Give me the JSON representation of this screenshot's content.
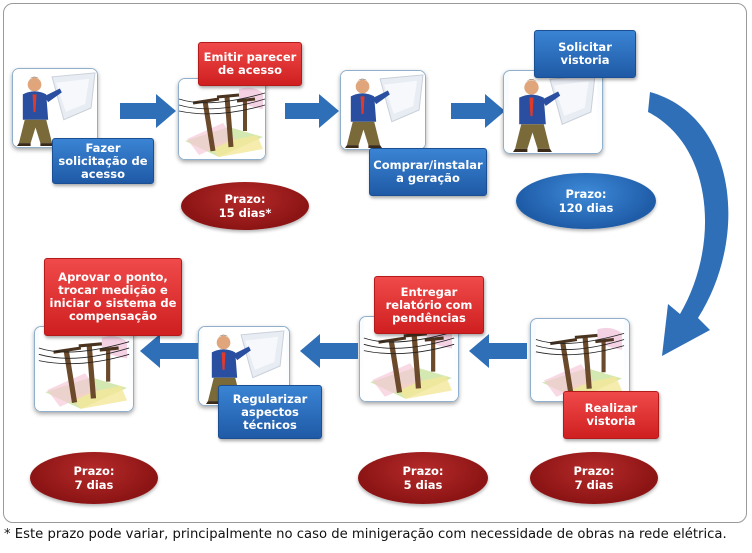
{
  "steps": {
    "s1": {
      "label": "Fazer\nsolicitação de\nacesso",
      "color": "blue",
      "icon": "person-icon"
    },
    "s2": {
      "label": "Emitir parecer\nde acesso",
      "color": "red",
      "icon": "power-line-icon"
    },
    "s3": {
      "label": "Comprar/instalar\na geração",
      "color": "blue",
      "icon": "person-icon"
    },
    "s4": {
      "label": "Solicitar\nvistoria",
      "color": "blue",
      "icon": "person-icon"
    },
    "s5": {
      "label": "Realizar\nvistoria",
      "color": "red",
      "icon": "power-line-icon"
    },
    "s6": {
      "label": "Entregar\nrelatório com\npendências",
      "color": "red",
      "icon": "power-line-icon"
    },
    "s7": {
      "label": "Regularizar\naspectos\ntécnicos",
      "color": "blue",
      "icon": "person-icon"
    },
    "s8": {
      "label": "Aprovar o ponto,\ntrocar medição e\niniciar o sistema de\ncompensação",
      "color": "red",
      "icon": "power-line-icon"
    }
  },
  "deadlines": {
    "d1": "Prazo:\n15 dias*",
    "d2": "Prazo:\n120 dias",
    "d3": "Prazo:\n7 dias",
    "d4": "Prazo:\n5 dias",
    "d5": "Prazo:\n7 dias"
  },
  "colors": {
    "blue": "#1f5aa6",
    "red": "#d42222",
    "dark_red": "#8c1414",
    "arrow": "#2f6fb8"
  },
  "footnote": "* Este prazo pode variar, principalmente no caso de minigeração com necessidade de obras na rede elétrica."
}
